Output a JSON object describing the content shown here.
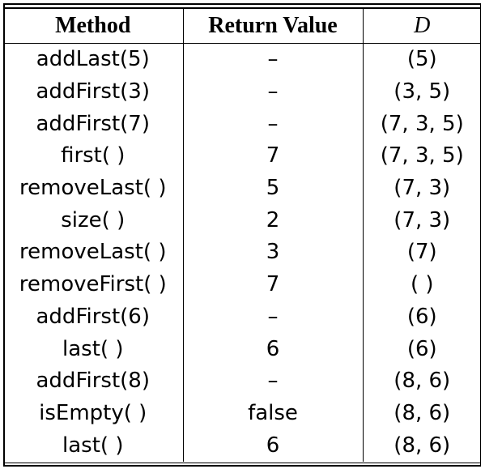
{
  "headers": {
    "method": "Method",
    "return_value": "Return Value",
    "d": "D"
  },
  "rows": [
    {
      "method": "addLast(5)",
      "return": "–",
      "d": "(5)"
    },
    {
      "method": "addFirst(3)",
      "return": "–",
      "d": "(3, 5)"
    },
    {
      "method": "addFirst(7)",
      "return": "–",
      "d": "(7, 3, 5)"
    },
    {
      "method": "first( )",
      "return": "7",
      "d": "(7, 3, 5)"
    },
    {
      "method": "removeLast( )",
      "return": "5",
      "d": "(7, 3)"
    },
    {
      "method": "size( )",
      "return": "2",
      "d": "(7, 3)"
    },
    {
      "method": "removeLast( )",
      "return": "3",
      "d": "(7)"
    },
    {
      "method": "removeFirst( )",
      "return": "7",
      "d": "( )"
    },
    {
      "method": "addFirst(6)",
      "return": "–",
      "d": "(6)"
    },
    {
      "method": "last( )",
      "return": "6",
      "d": "(6)"
    },
    {
      "method": "addFirst(8)",
      "return": "–",
      "d": "(8, 6)"
    },
    {
      "method": "isEmpty( )",
      "return": "false",
      "d": "(8, 6)"
    },
    {
      "method": "last( )",
      "return": "6",
      "d": "(8, 6)"
    }
  ]
}
